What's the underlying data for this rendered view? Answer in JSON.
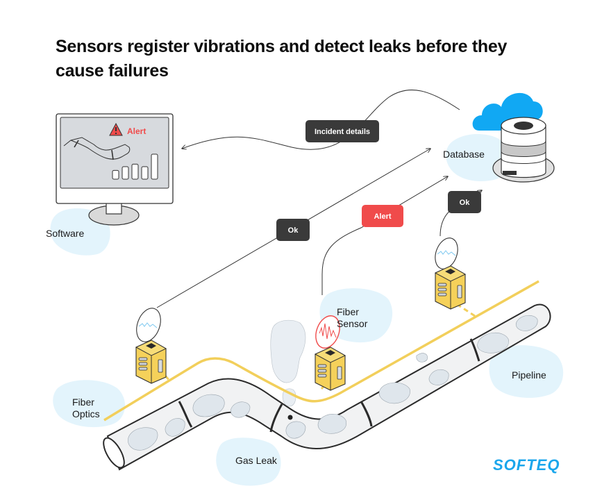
{
  "title": "Sensors register vibrations and detect leaks before they cause failures",
  "labels": {
    "software": "Software",
    "database": "Database",
    "fiber_sensor_line1": "Fiber",
    "fiber_sensor_line2": "Sensor",
    "fiber_optics_line1": "Fiber",
    "fiber_optics_line2": "Optics",
    "gas_leak": "Gas Leak",
    "pipeline": "Pipeline"
  },
  "badges": {
    "incident_details": "Incident details",
    "ok_left": "Ok",
    "alert_middle": "Alert",
    "ok_right": "Ok"
  },
  "monitor": {
    "alert_text": "Alert",
    "signal_bars": [
      0.35,
      0.5,
      0.6,
      0.5,
      1.0
    ]
  },
  "logo": "SOFTEQ",
  "colors": {
    "badge_dark": "#3a3a3a",
    "badge_alert": "#f04b4b",
    "blob": "#e3f4fc",
    "cloud": "#11a8f3",
    "sensor": "#f5d15a",
    "fiber": "#f2cf5b",
    "logo": "#1aa6ec",
    "alert_red": "#f04b4b"
  },
  "sensors": [
    {
      "name": "sensor-left",
      "status": "ok"
    },
    {
      "name": "sensor-middle",
      "status": "alert"
    },
    {
      "name": "sensor-right",
      "status": "ok"
    }
  ]
}
